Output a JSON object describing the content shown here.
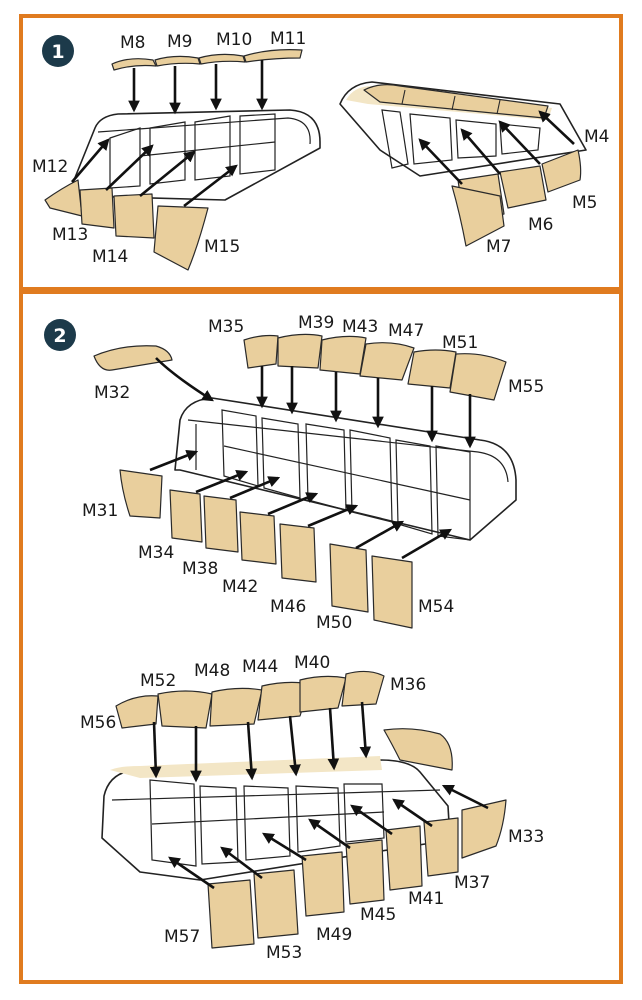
{
  "steps": [
    {
      "badge": "1",
      "labels": {
        "M8": "M8",
        "M9": "M9",
        "M10": "M10",
        "M11": "M11",
        "M12": "M12",
        "M13": "M13",
        "M14": "M14",
        "M15": "M15",
        "M4": "M4",
        "M5": "M5",
        "M6": "M6",
        "M7": "M7"
      }
    },
    {
      "badge": "2",
      "labels": {
        "M35": "M35",
        "M39": "M39",
        "M43": "M43",
        "M47": "M47",
        "M51": "M51",
        "M55": "M55",
        "M32": "M32",
        "M31": "M31",
        "M34": "M34",
        "M38": "M38",
        "M42": "M42",
        "M46": "M46",
        "M50": "M50",
        "M54": "M54",
        "M52": "M52",
        "M48": "M48",
        "M44": "M44",
        "M40": "M40",
        "M36": "M36",
        "M56": "M56",
        "M33": "M33",
        "M37": "M37",
        "M41": "M41",
        "M45": "M45",
        "M49": "M49",
        "M53": "M53",
        "M57": "M57"
      }
    }
  ],
  "colors": {
    "frame": "#e07b1f",
    "mask": "#e9cf9d",
    "badge": "#1c3a4a"
  }
}
